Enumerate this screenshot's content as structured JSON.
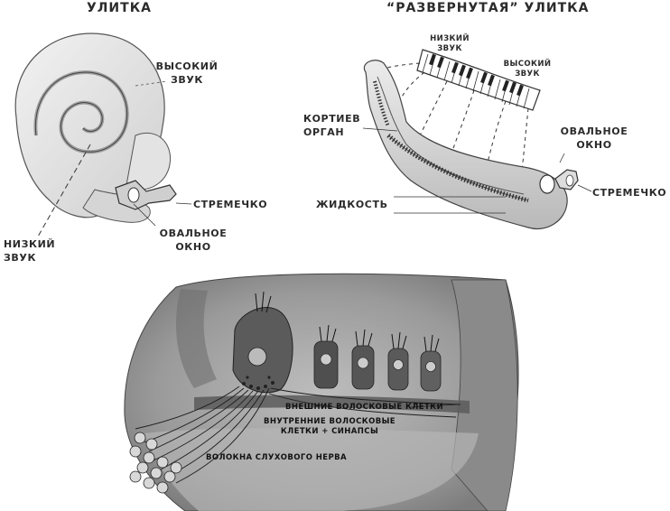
{
  "titles": {
    "cochlea": "УЛИТКА",
    "unrolled_cochlea": "“РАЗВЕРНУТАЯ” УЛИТКА"
  },
  "left_labels": {
    "high_sound_1": "ВЫСОКИЙ",
    "high_sound_2": "ЗВУК",
    "stapes": "СТРЕМЕЧКО",
    "oval_window_1": "ОВАЛЬНОЕ",
    "oval_window_2": "ОКНО",
    "low_sound_1": "НИЗКИЙ",
    "low_sound_2": "ЗВУК"
  },
  "right_labels": {
    "low_sound_1": "НИЗКИЙ",
    "low_sound_2": "ЗВУК",
    "high_sound_1": "ВЫСОКИЙ",
    "high_sound_2": "ЗВУК",
    "organ_corti_1": "КОРТИЕВ",
    "organ_corti_2": "ОРГАН",
    "oval_window_1": "ОВАЛЬНОЕ",
    "oval_window_2": "ОКНО",
    "fluid": "ЖИДКОСТЬ",
    "stapes": "СТРЕМЕЧКО"
  },
  "bottom_labels": {
    "outer_hair_cells": "ВНЕШНИЕ ВОЛОСКОВЫЕ КЛЕТКИ",
    "inner_hair_cells_1": "ВНУТРЕННИЕ ВОЛОСКОВЫЕ",
    "inner_hair_cells_2": "КЛЕТКИ + СИНАПСЫ",
    "auditory_nerve_fibers": "ВОЛОКНА СЛУХОВОГО НЕРВА"
  }
}
